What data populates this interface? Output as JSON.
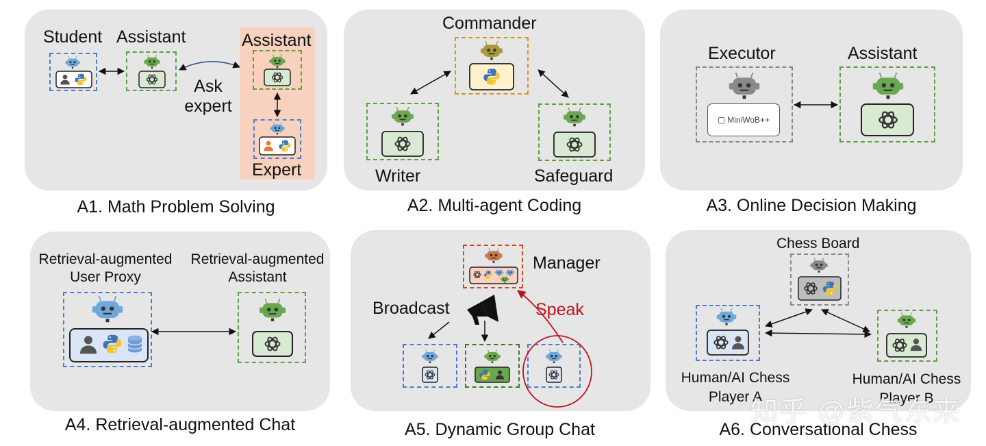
{
  "a1": {
    "caption": "A1. Math Problem Solving",
    "student_label": "Student",
    "assistant_label": "Assistant",
    "assistant2_label": "Assistant",
    "ask_expert_line1": "Ask",
    "ask_expert_line2": "expert",
    "expert_label": "Expert"
  },
  "a2": {
    "caption": "A2. Multi-agent Coding",
    "commander_label": "Commander",
    "writer_label": "Writer",
    "safeguard_label": "Safeguard"
  },
  "a3": {
    "caption": "A3. Online Decision Making",
    "executor_label": "Executor",
    "assistant_label": "Assistant",
    "miniwob_label": "MiniWoB++"
  },
  "a4": {
    "caption": "A4. Retrieval-augmented Chat",
    "proxy_line1": "Retrieval-augmented",
    "proxy_line2": "User Proxy",
    "assistant_line1": "Retrieval-augmented",
    "assistant_line2": "Assistant"
  },
  "a5": {
    "caption": "A5. Dynamic Group Chat",
    "manager_label": "Manager",
    "broadcast_label": "Broadcast",
    "speak_label": "Speak"
  },
  "a6": {
    "caption": "A6. Conversational Chess",
    "board_label": "Chess Board",
    "player_a_line1": "Human/AI Chess",
    "player_a_line2": "Player A",
    "player_b_line1": "Human/AI Chess",
    "player_b_line2": "Player B"
  },
  "watermark": "知乎 @紫气东来",
  "colors": {
    "panel": "#e6e6e6",
    "blue_dash": "#4b7bd0",
    "green_dash": "#5aa13a",
    "orange_dash": "#d9941a",
    "expert_bg": "#f9d2bf",
    "speak_red": "#c0141c",
    "robot_green": "#6aa84f",
    "robot_blue": "#6fa8dc",
    "robot_gray": "#8a8a8a",
    "robot_olive": "#a89a3a",
    "robot_orange": "#c77b4a"
  }
}
